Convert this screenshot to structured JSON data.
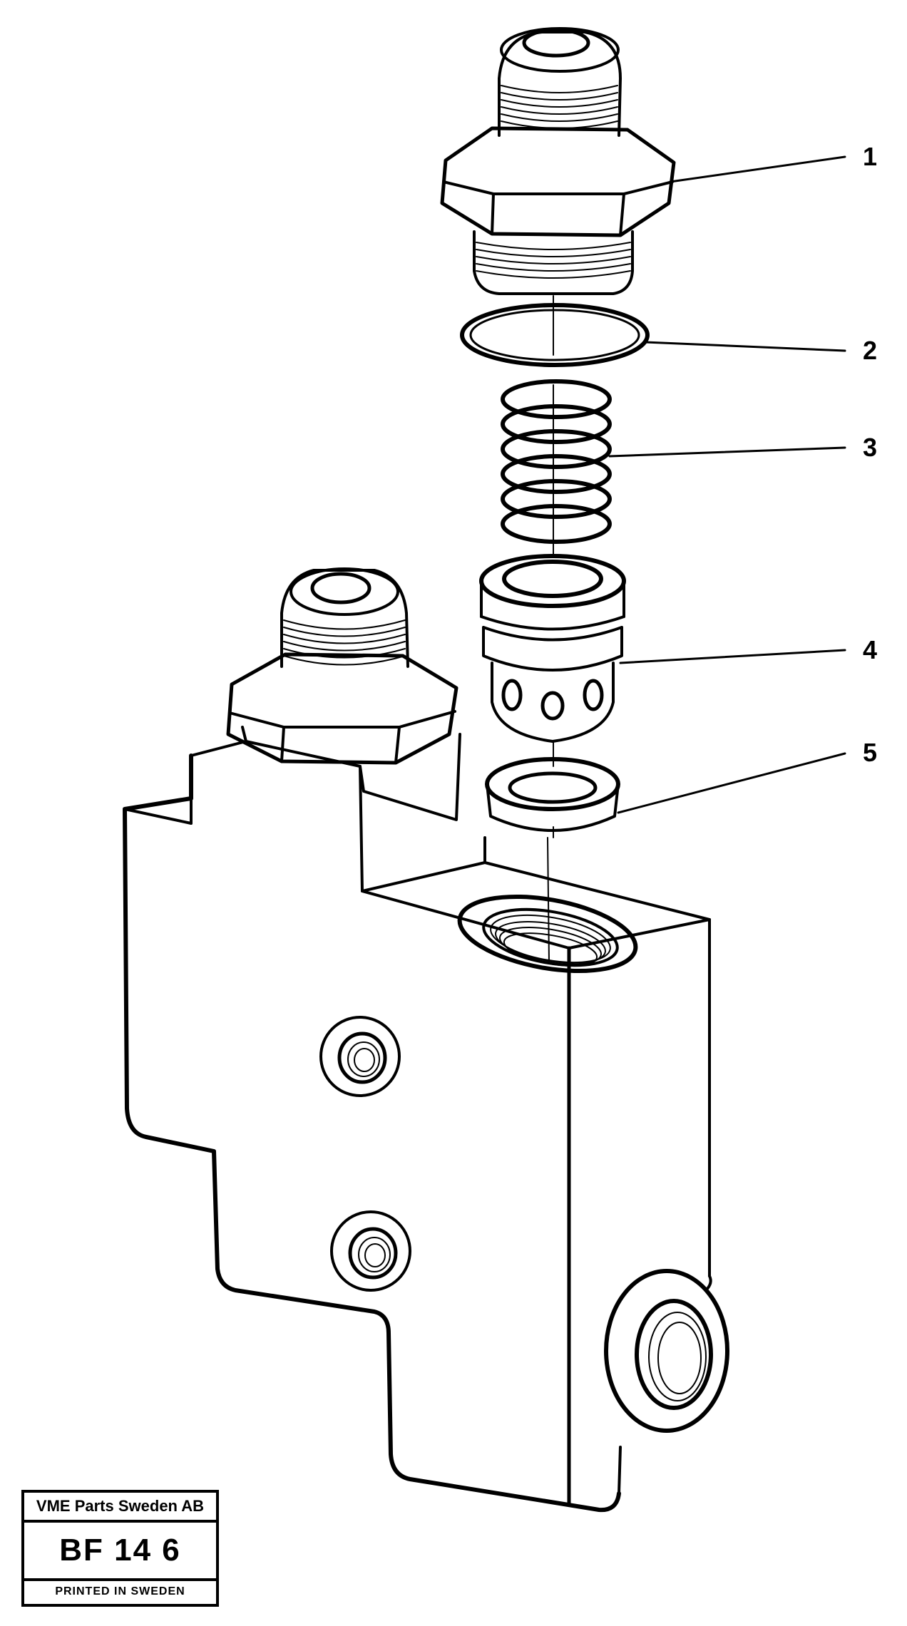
{
  "callouts": [
    {
      "number": "1",
      "part": "adapter-nipple"
    },
    {
      "number": "2",
      "part": "o-ring"
    },
    {
      "number": "3",
      "part": "spring"
    },
    {
      "number": "4",
      "part": "valve-poppet"
    },
    {
      "number": "5",
      "part": "valve-seat"
    }
  ],
  "stamp": {
    "company": "VME Parts Sweden AB",
    "code": "BF 14 6",
    "printed": "PRINTED IN SWEDEN"
  },
  "colors": {
    "ink": "#000000",
    "paper": "#ffffff"
  }
}
